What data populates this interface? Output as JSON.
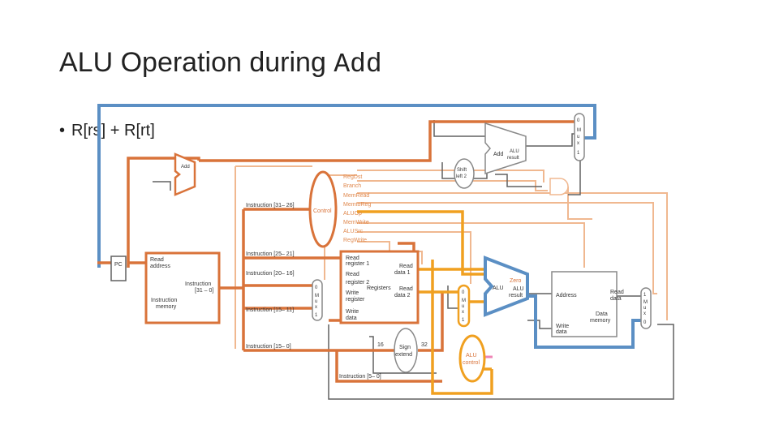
{
  "slide": {
    "title_text": "ALU Operation during ",
    "title_code": "Add",
    "bullet": "R[rs]  +  R[rt]"
  },
  "labels": {
    "pc": "PC",
    "add_top": "Add",
    "add_alu": "Add",
    "alu_result_a": "ALU",
    "alu_result_b": "result",
    "shift_a": "Shift",
    "shift_b": "left 2",
    "imem_read_a": "Read",
    "imem_read_b": "address",
    "imem_instr_a": "Instruction",
    "imem_instr_b": "[31 – 0]",
    "imem_name_a": "Instruction",
    "imem_name_b": "memory",
    "control": "Control",
    "ctrl_signals": [
      "RegDst",
      "Branch",
      "MemRead",
      "MemtoReg",
      "ALUOp",
      "MemWrite",
      "ALUSrc",
      "RegWrite"
    ],
    "instr_31_26": "Instruction [31– 26]",
    "instr_25_21": "Instruction [25– 21]",
    "instr_20_16": "Instruction [20– 16]",
    "instr_15_11": "Instruction [15– 11]",
    "instr_15_0": "Instruction [15– 0]",
    "instr_5_0": "Instruction [5– 0]",
    "reg_read1_a": "Read",
    "reg_read1_b": "register 1",
    "reg_read2_a": "Read",
    "reg_read2_b": "register 2",
    "reg_write_a": "Write",
    "reg_write_b": "register",
    "reg_wdata_a": "Write",
    "reg_wdata_b": "data",
    "reg_rdata1_a": "Read",
    "reg_rdata1_b": "data 1",
    "reg_rdata2_a": "Read",
    "reg_rdata2_b": "data 2",
    "registers": "Registers",
    "sign_a": "Sign",
    "sign_b": "extend",
    "bits16": "16",
    "bits32": "32",
    "alu": "ALU",
    "zero": "Zero",
    "alu_res_a": "ALU",
    "alu_res_b": "result",
    "alu_ctrl_a": "ALU",
    "alu_ctrl_b": "control",
    "dmem_addr": "Address",
    "dmem_read_a": "Read",
    "dmem_read_b": "data",
    "dmem_wdata_a": "Write",
    "dmem_wdata_b": "data",
    "dmem_name_a": "Data",
    "dmem_name_b": "memory",
    "mux_0": "0",
    "mux_1": "1",
    "mux_m": "M",
    "mux_u": "u",
    "mux_x": "x"
  },
  "colors": {
    "orange": "#d9733a",
    "light_orange": "#f0b890",
    "gold": "#f0a020",
    "blue": "#5b8fc4",
    "gray": "#606060",
    "pink": "#ef86b6"
  }
}
